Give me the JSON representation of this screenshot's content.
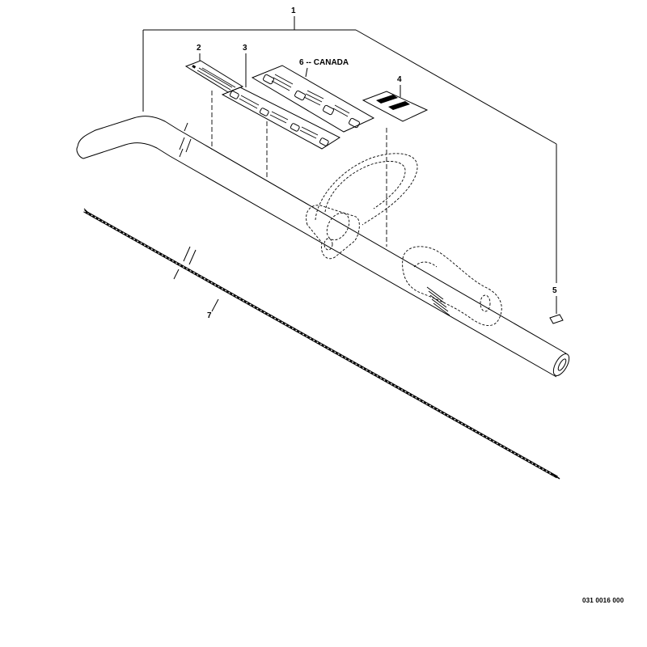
{
  "diagram": {
    "callouts": [
      {
        "id": "1",
        "label": "1"
      },
      {
        "id": "2",
        "label": "2"
      },
      {
        "id": "3",
        "label": "3"
      },
      {
        "id": "4",
        "label": "4"
      },
      {
        "id": "5",
        "label": "5"
      },
      {
        "id": "6",
        "label": "6 -- CANADA"
      },
      {
        "id": "7",
        "label": "7"
      }
    ],
    "drawing_number": "031 0016 000"
  }
}
